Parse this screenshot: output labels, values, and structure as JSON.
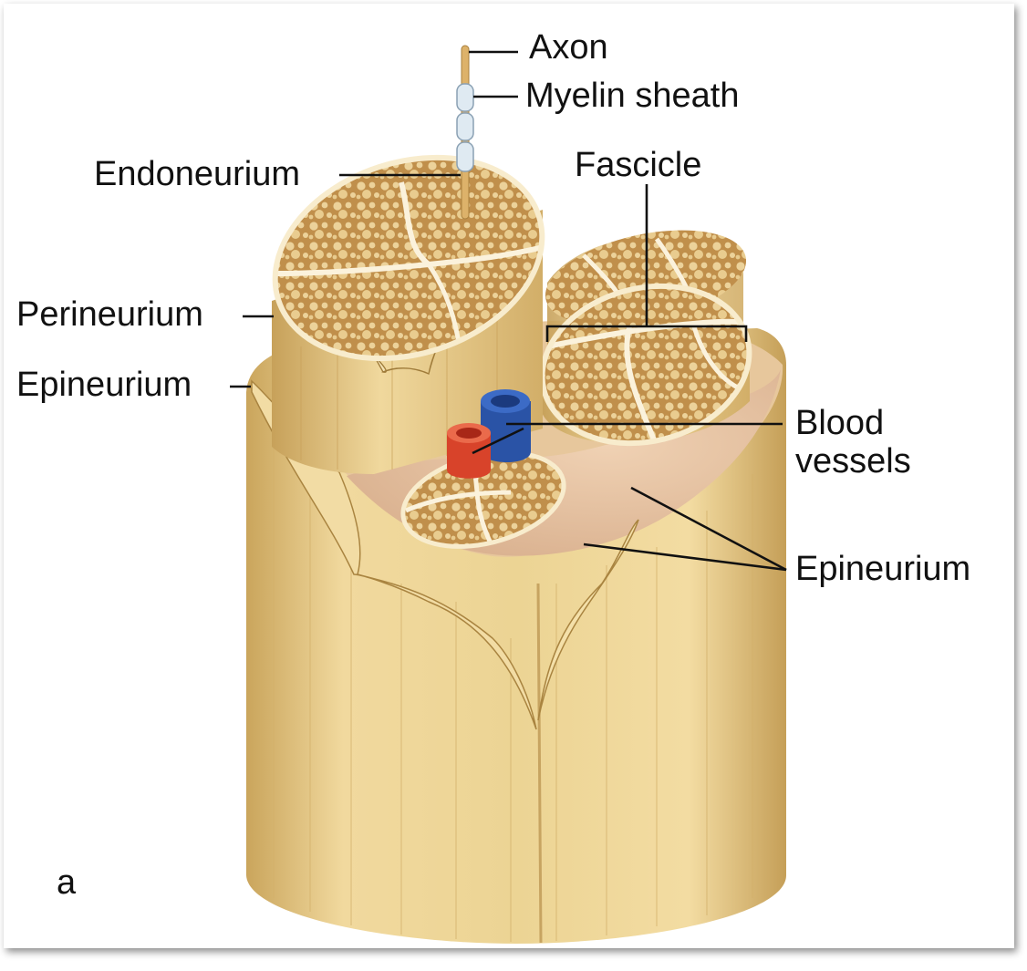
{
  "figure": {
    "panel_letter": "a"
  },
  "labels": {
    "axon": "Axon",
    "myelin_sheath": "Myelin sheath",
    "endoneurium": "Endoneurium",
    "fascicle": "Fascicle",
    "perineurium": "Perineurium",
    "epineurium_left": "Epineurium",
    "blood_vessels_line1": "Blood",
    "blood_vessels_line2": "vessels",
    "epineurium_right": "Epineurium"
  },
  "colors": {
    "nerve_tan": "#e9cf8d",
    "nerve_shadow": "#c9a75c",
    "fascicle_fill": "#c99a55",
    "fiber_light": "#ecd29a",
    "connective_pink": "#e8c7a6",
    "artery_red": "#d9442b",
    "vein_blue": "#2b55a8"
  }
}
